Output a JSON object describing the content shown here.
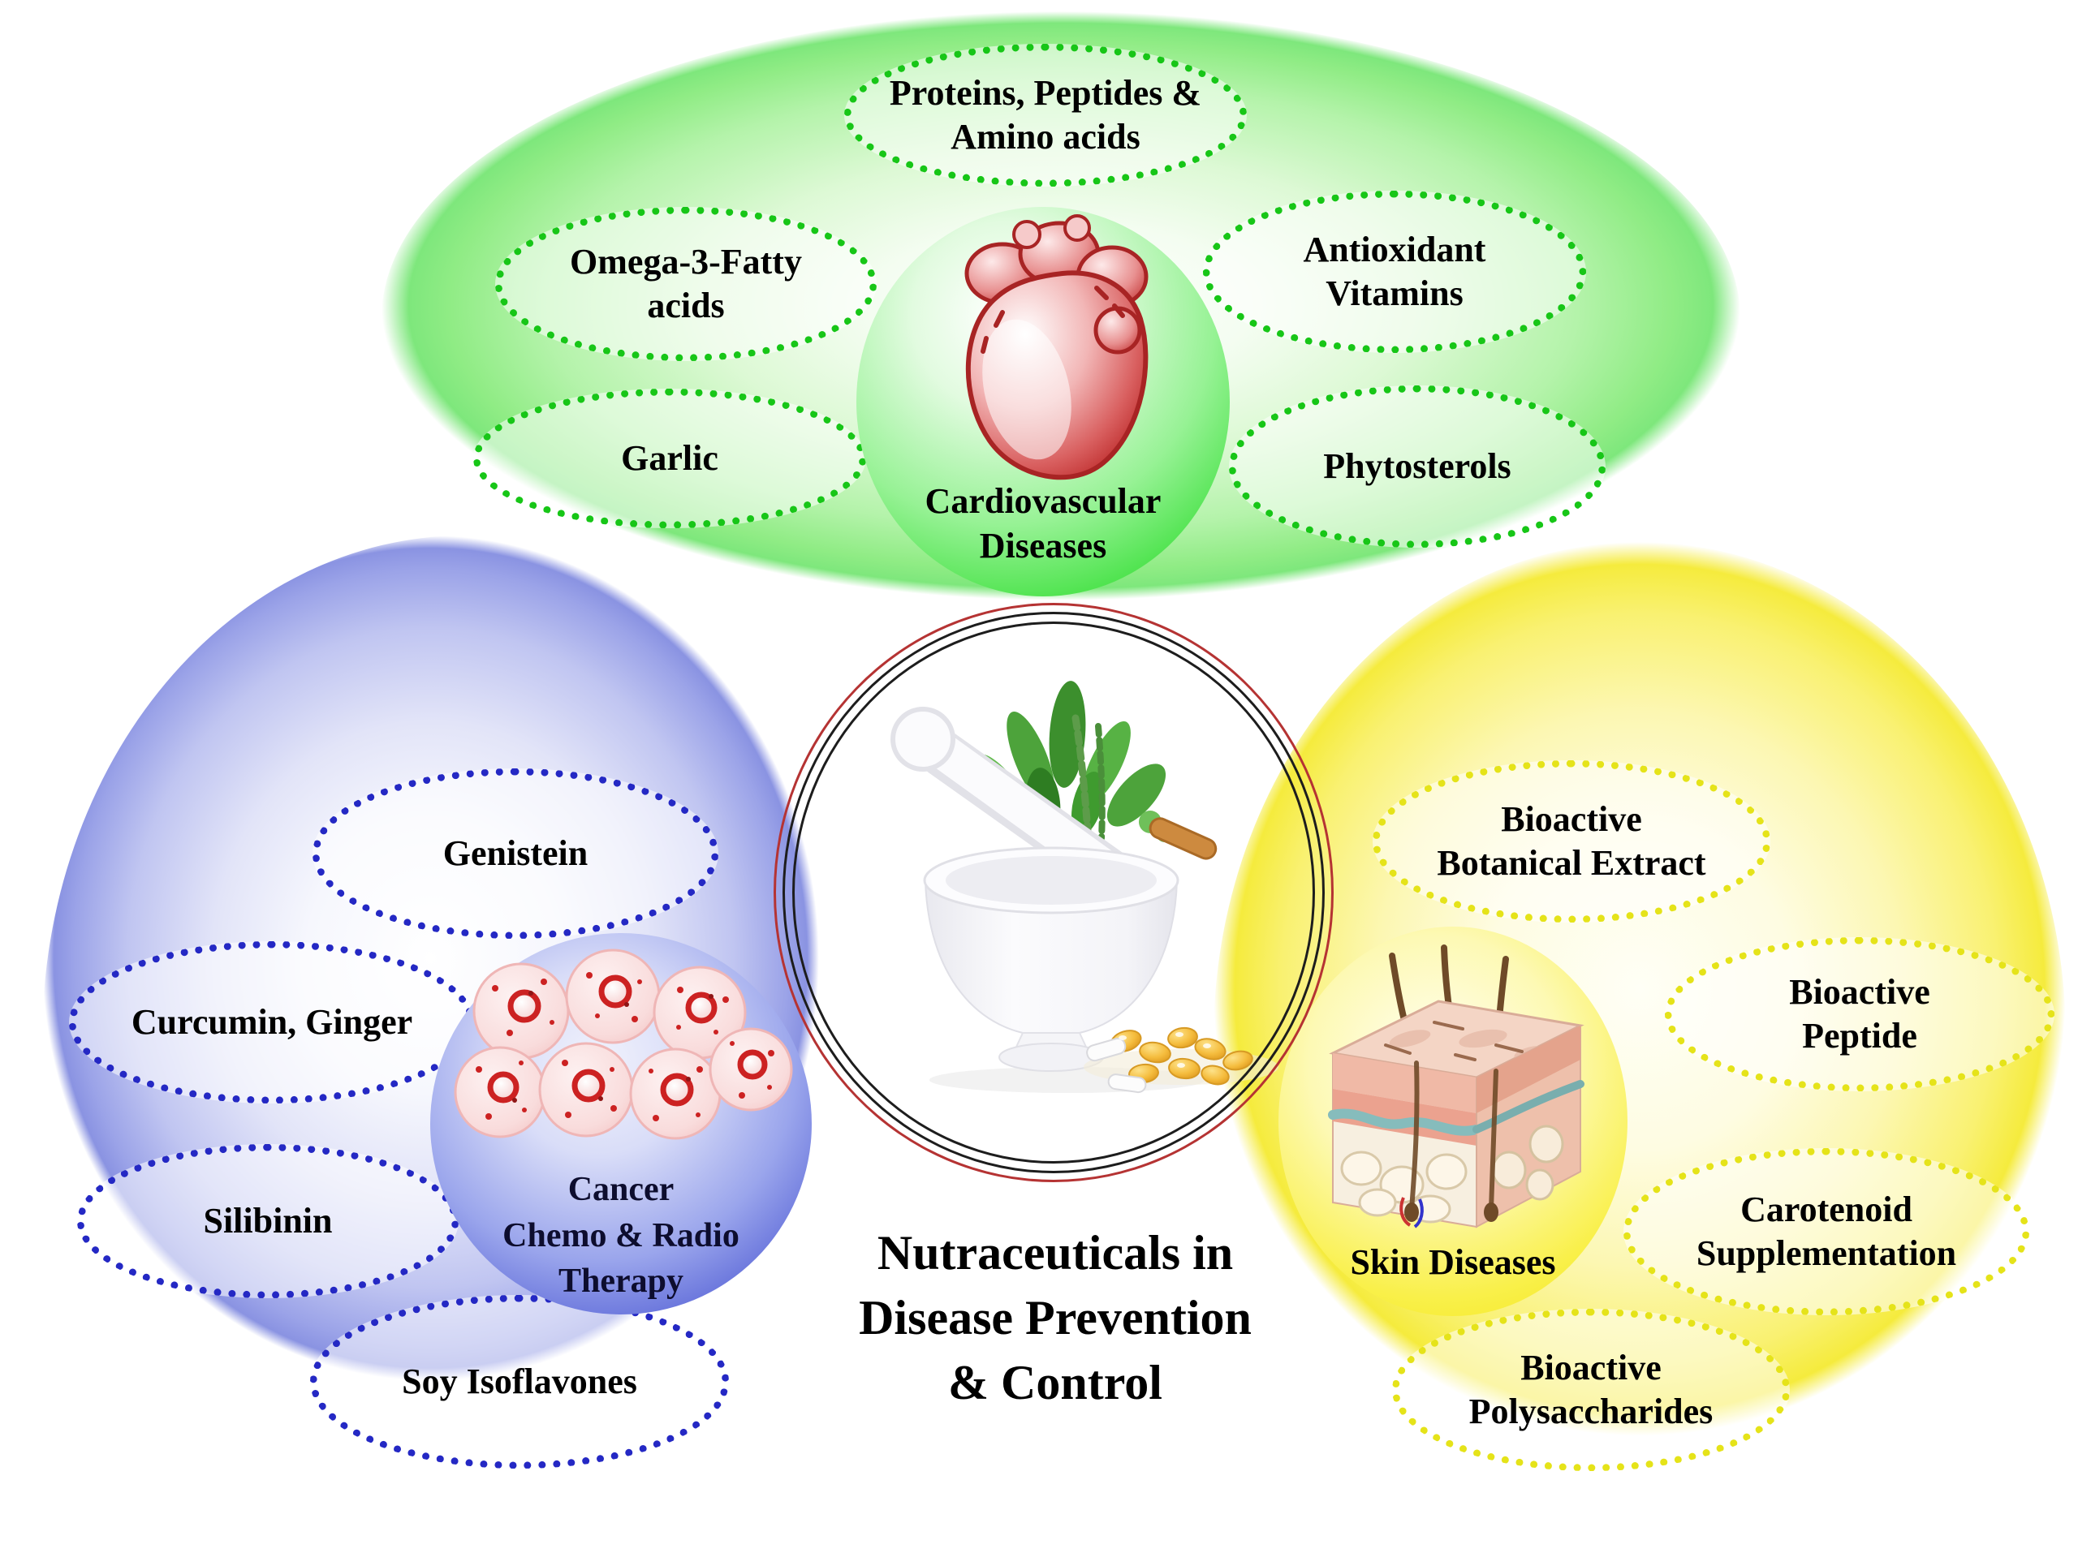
{
  "diagram": {
    "title": {
      "line1": "Nutraceuticals in",
      "line2": "Disease Prevention",
      "line3": "& Control"
    },
    "cardio": {
      "center": {
        "line1": "Cardiovascular",
        "line2": "Diseases"
      },
      "proteins": {
        "line1": "Proteins, Peptides &",
        "line2": "Amino acids"
      },
      "omega": {
        "line1": "Omega-3-Fatty",
        "line2": "acids"
      },
      "antioxidant": {
        "line1": "Antioxidant",
        "line2": "Vitamins"
      },
      "garlic": {
        "line1": "Garlic"
      },
      "phytosterols": {
        "line1": "Phytosterols"
      }
    },
    "cancer": {
      "center": {
        "line1": "Cancer",
        "line2": "Chemo & Radio",
        "line3": "Therapy"
      },
      "genistein": {
        "line1": "Genistein"
      },
      "curcumin": {
        "line1": "Curcumin, Ginger"
      },
      "silibinin": {
        "line1": "Silibinin"
      },
      "soy": {
        "line1": "Soy Isoflavones"
      }
    },
    "skin": {
      "center": {
        "line1": "Skin Diseases"
      },
      "botanical": {
        "line1": "Bioactive",
        "line2": "Botanical Extract"
      },
      "peptide": {
        "line1": "Bioactive",
        "line2": "Peptide"
      },
      "carotenoid": {
        "line1": "Carotenoid",
        "line2": "Supplementation"
      },
      "polysaccharides": {
        "line1": "Bioactive",
        "line2": "Polysaccharides"
      }
    },
    "colors": {
      "green_dotted": "#17c617",
      "green_field": "#7ee77c",
      "blue_dotted": "#2428c4",
      "blue_field": "#8a93e2",
      "yellow_dotted": "#e5e319",
      "yellow_field": "#f5eb3d",
      "ring_red": "#b53333",
      "ring_black": "#1d1d1d"
    }
  }
}
